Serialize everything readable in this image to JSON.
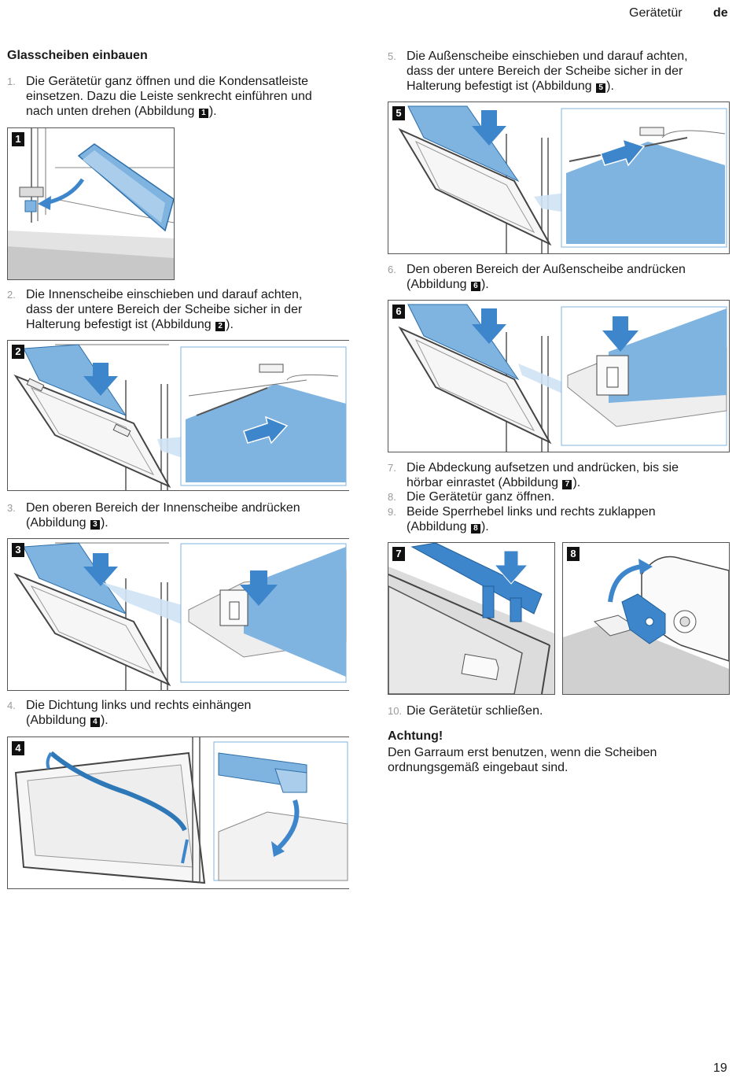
{
  "header": {
    "title": "Gerätetür",
    "lang": "de"
  },
  "section_title": "Glasscheiben einbauen",
  "steps": [
    {
      "num": "1.",
      "lines": [
        "Die Gerätetür ganz öffnen und die Kondensatleiste",
        "einsetzen. Dazu die Leiste senkrecht einführen und",
        "nach unten drehen (Abbildung "
      ],
      "ref": "1",
      "tail": ")."
    },
    {
      "num": "2.",
      "lines": [
        "Die Innenscheibe einschieben und darauf achten,",
        "dass der untere Bereich der Scheibe sicher in der",
        "Halterung befestigt ist (Abbildung "
      ],
      "ref": "2",
      "tail": ")."
    },
    {
      "num": "3.",
      "lines": [
        "Den oberen Bereich der Innenscheibe andrücken",
        "(Abbildung "
      ],
      "ref": "3",
      "tail": ")."
    },
    {
      "num": "4.",
      "lines": [
        "Die Dichtung links und rechts einhängen",
        "(Abbildung "
      ],
      "ref": "4",
      "tail": ")."
    },
    {
      "num": "5.",
      "lines": [
        "Die Außenscheibe einschieben und darauf achten,",
        "dass der untere Bereich der Scheibe sicher in der",
        "Halterung befestigt ist (Abbildung "
      ],
      "ref": "5",
      "tail": ")."
    },
    {
      "num": "6.",
      "lines": [
        "Den oberen Bereich der Außenscheibe andrücken",
        "(Abbildung "
      ],
      "ref": "6",
      "tail": ")."
    },
    {
      "num": "7.",
      "lines": [
        "Die Abdeckung aufsetzen und andrücken, bis sie",
        "hörbar einrastet (Abbildung "
      ],
      "ref": "7",
      "tail": ")."
    },
    {
      "num": "8.",
      "lines": [
        "Die Gerätetür ganz öffnen."
      ]
    },
    {
      "num": "9.",
      "lines": [
        "Beide Sperrhebel links und rechts zuklappen",
        "(Abbildung "
      ],
      "ref": "8",
      "tail": ")."
    },
    {
      "num": "10.",
      "lines": [
        "Die Gerätetür schließen."
      ]
    }
  ],
  "figures": [
    "1",
    "2",
    "3",
    "4",
    "5",
    "6",
    "7",
    "8"
  ],
  "warning": {
    "title": "Achtung!",
    "lines": [
      "Den Garraum erst benutzen, wenn die Scheiben",
      "ordnungsgemäß eingebaut sind."
    ]
  },
  "page_number": "19",
  "colors": {
    "glass": "#7fb3e0",
    "glass_light": "#cfe3f5",
    "arrow": "#3d86cc",
    "seal": "#2e78b8"
  }
}
